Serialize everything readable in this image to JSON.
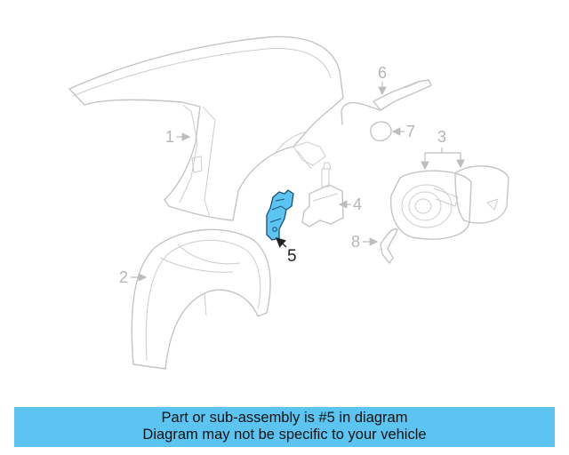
{
  "callouts": {
    "c1": "1",
    "c2": "2",
    "c3": "3",
    "c4": "4",
    "c5": "5",
    "c6": "6",
    "c7": "7",
    "c8": "8"
  },
  "highlight_color": "#5bc4f1",
  "banner": {
    "line1": "Part or sub-assembly is #5 in diagram",
    "line2": "Diagram may not be specific to your vehicle"
  }
}
